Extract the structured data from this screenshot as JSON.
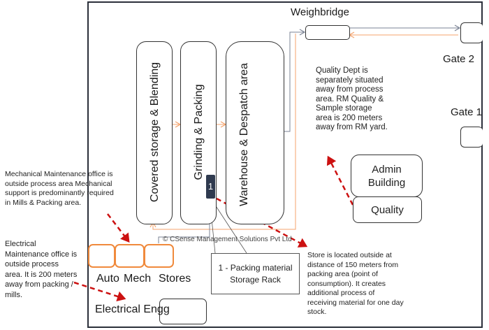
{
  "diagram": {
    "areas": {
      "covered_storage": "Covered storage & Blending",
      "grinding_packing": "Grinding & Packing",
      "warehouse": "Warehouse & Despatch area"
    },
    "weighbridge": "Weighbridge",
    "gate2": "Gate 2",
    "gate1": "Gate 1",
    "admin_building": "Admin Building",
    "quality": "Quality",
    "rack_marker": "1",
    "rack_callout": "1 - Packing material Storage Rack",
    "offices": [
      "Auto",
      "Mech",
      "Stores"
    ],
    "electrical": "Electrical Engg",
    "copyright": "© CSense Management Solutions Pvt Ltd",
    "notes": {
      "quality": "Quality Dept is separately situated away from process area. RM Quality & Sample storage area is 200 meters away from RM yard.",
      "mechanical": "Mechanical Maintenance office is outside process area Mechanical support is predominantly required in Mills & Packing area.",
      "electrical": "Electrical Maintenance office is outside process area. It is 200 meters away from packing / mills.",
      "store": "Store is located outside at distance of 150 meters from packing area (point of consumption). It creates additional process of receiving material for one day stock."
    },
    "colors": {
      "flow_orange": "#f4a36c",
      "flow_gray": "#7b8394",
      "annotation_red": "#cc1111",
      "office_orange": "#f08a3c",
      "marker_dark": "#2f3a4f"
    }
  }
}
